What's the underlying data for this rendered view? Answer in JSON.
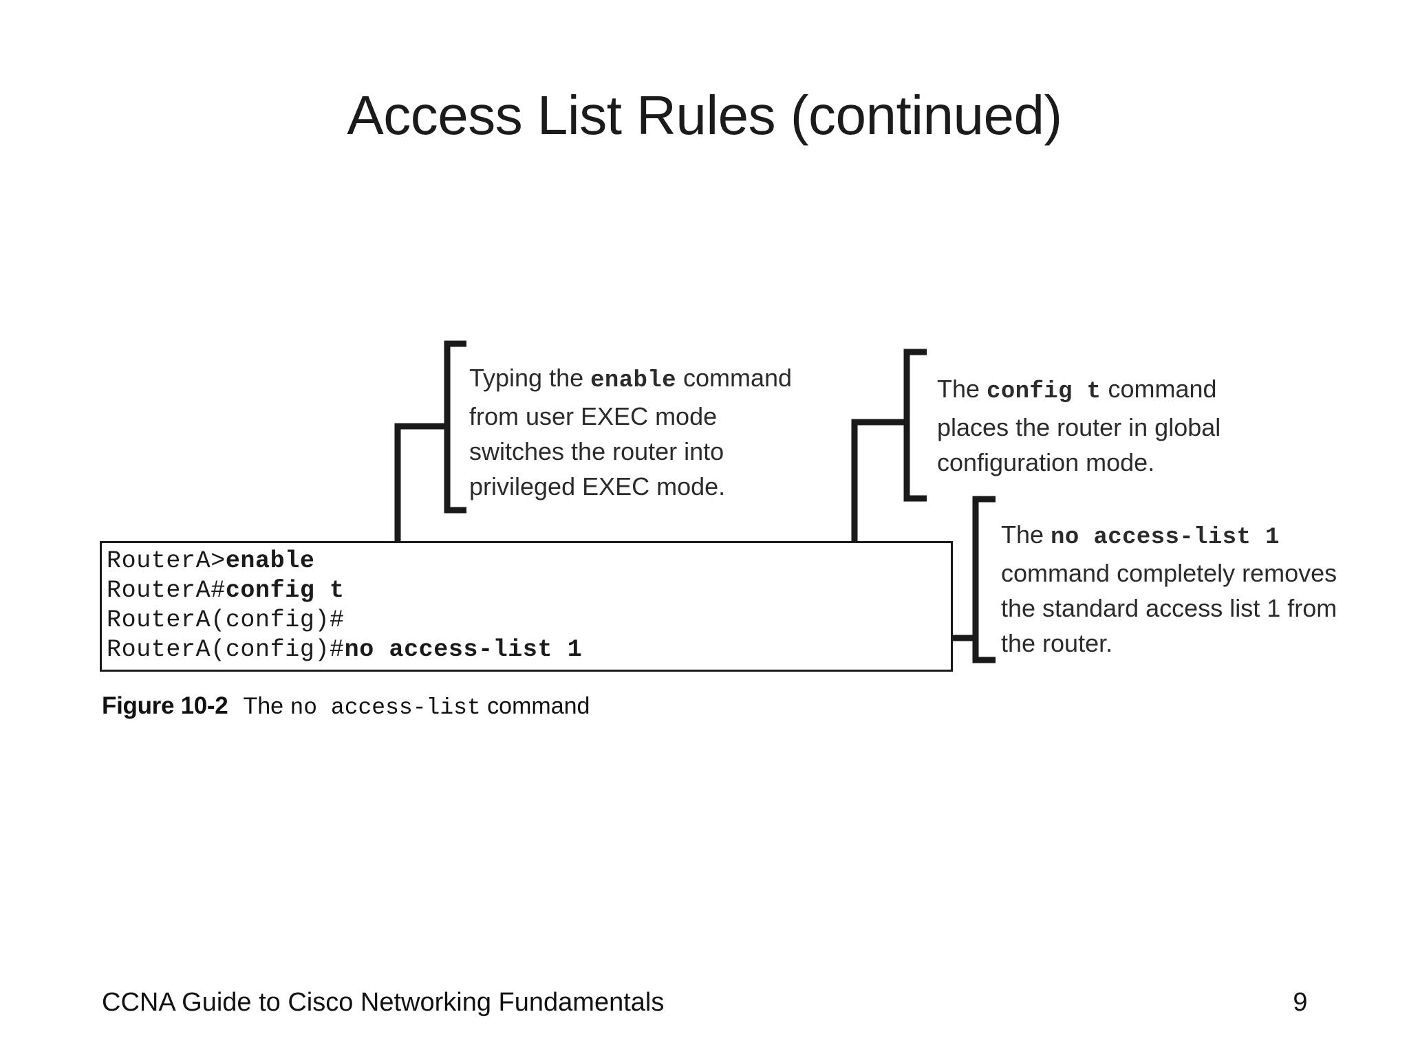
{
  "slide": {
    "title": "Access List Rules (continued)"
  },
  "figure": {
    "callouts": [
      {
        "id": "enable",
        "lead": "Typing the ",
        "code": "enable",
        "tail": " command from user EXEC mode switches the router into privileged EXEC mode."
      },
      {
        "id": "config-t",
        "lead": "The ",
        "code": "config t",
        "tail": " command places the router in global configuration mode."
      },
      {
        "id": "no-access-list",
        "lead": "The ",
        "code": "no access-list 1",
        "tail": " command completely removes the standard access list 1 from the router."
      }
    ],
    "terminal": {
      "lines": [
        {
          "prompt": "RouterA>",
          "command": "enable"
        },
        {
          "prompt": "RouterA#",
          "command": "config t"
        },
        {
          "prompt": "RouterA(config)#",
          "command": ""
        },
        {
          "prompt": "RouterA(config)#",
          "command": "no access-list 1"
        }
      ]
    },
    "caption": {
      "label": "Figure 10-2",
      "lead": "The ",
      "code": "no access-list",
      "tail": " command"
    }
  },
  "footer": {
    "source": "CCNA Guide to Cisco Networking Fundamentals",
    "page": "9"
  },
  "colors": {
    "ink": "#1a1a1a",
    "text": "#2b2b2b",
    "background": "#ffffff"
  }
}
